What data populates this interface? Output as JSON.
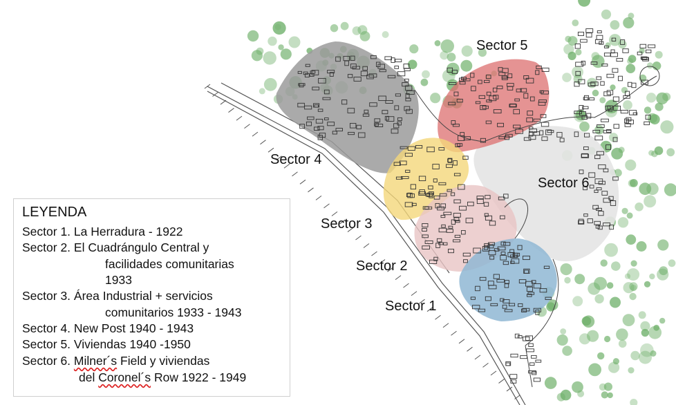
{
  "map": {
    "sector_labels": {
      "s1": "Sector 1",
      "s2": "Sector 2",
      "s3": "Sector 3",
      "s4": "Sector 4",
      "s5": "Sector 5",
      "s6": "Sector 6"
    },
    "colors": {
      "sector1": "#8fb7d3",
      "sector2": "#e9c4c4",
      "sector3": "#f4d77a",
      "sector4": "#9b9b9b",
      "sector5": "#dc6f6f",
      "sector6": "#e4e4e4",
      "trees": "#6fb06a"
    }
  },
  "legend": {
    "title": "LEYENDA",
    "lines": {
      "l1": "Sector 1. La Herradura - 1922",
      "l2": "Sector 2. El Cuadrángulo Central y",
      "l3": "facilidades comunitarias",
      "l4": "1933",
      "l5": "Sector 3. Área Industrial + servicios",
      "l6": "comunitarios 1933 - 1943",
      "l7": "Sector 4. New Post 1940 - 1943",
      "l8": "Sector 5. Viviendas 1940 -1950",
      "l9a": "Sector 6. ",
      "l9b": "Milner´s",
      "l9c": " Field y viviendas",
      "l10a": "del ",
      "l10b": "Coronel´s",
      "l10c": " Row  1922 - 1949"
    }
  }
}
